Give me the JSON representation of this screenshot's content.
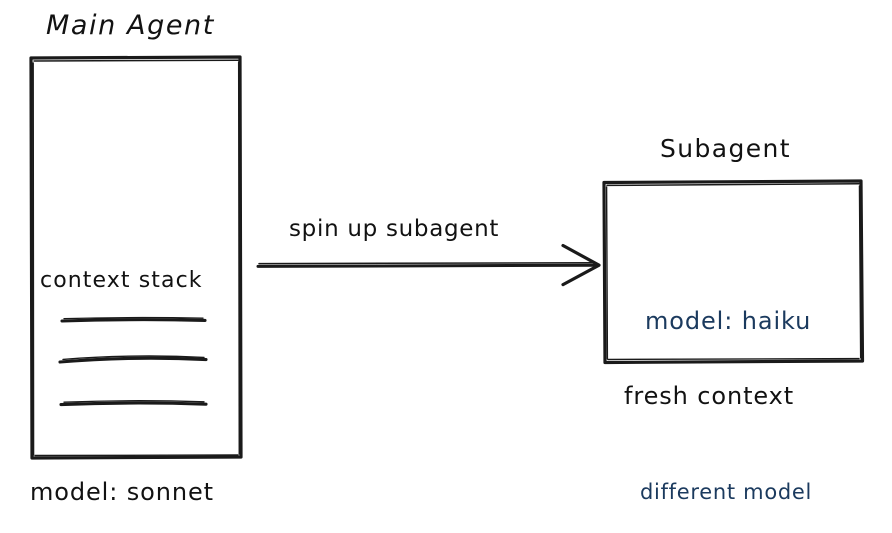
{
  "diagram": {
    "title_main": "Main Agent",
    "title_sub": "Subagent",
    "background_color": "#ffffff",
    "ink_color": "#121212",
    "accent_color": "#1b3a5e"
  },
  "main_agent": {
    "title": "Main Agent",
    "context_label": "context stack",
    "model_label": "model: sonnet",
    "stack_items": [
      {
        "index": 1
      },
      {
        "index": 2
      },
      {
        "index": 3
      }
    ]
  },
  "arrow": {
    "label": "spin up subagent"
  },
  "subagent": {
    "title": "Subagent",
    "model_label": "model: haiku",
    "context_label": "fresh context",
    "annotation": "different model"
  }
}
